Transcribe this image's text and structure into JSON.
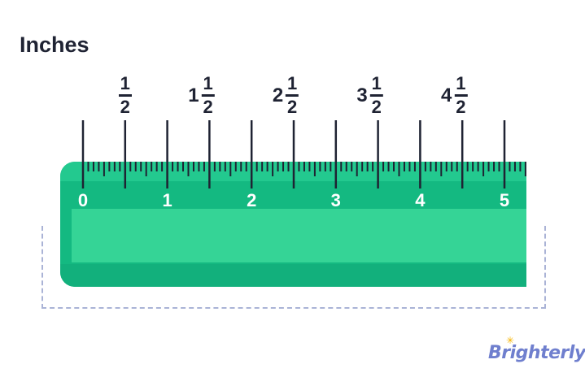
{
  "title": "Inches",
  "ruler": {
    "numbers": [
      "0",
      "1",
      "2",
      "3",
      "4",
      "5"
    ],
    "half_labels": [
      {
        "whole": "",
        "num": "1",
        "den": "2"
      },
      {
        "whole": "1",
        "num": "1",
        "den": "2"
      },
      {
        "whole": "2",
        "num": "1",
        "den": "2"
      },
      {
        "whole": "3",
        "num": "1",
        "den": "2"
      },
      {
        "whole": "4",
        "num": "1",
        "den": "2"
      }
    ]
  },
  "brand": "Brighterly",
  "colors": {
    "ruler": "#14b981",
    "ruler_light": "#35d496",
    "text": "#1f2333",
    "brand": "#6f7fce",
    "dash": "#aab3d6"
  }
}
